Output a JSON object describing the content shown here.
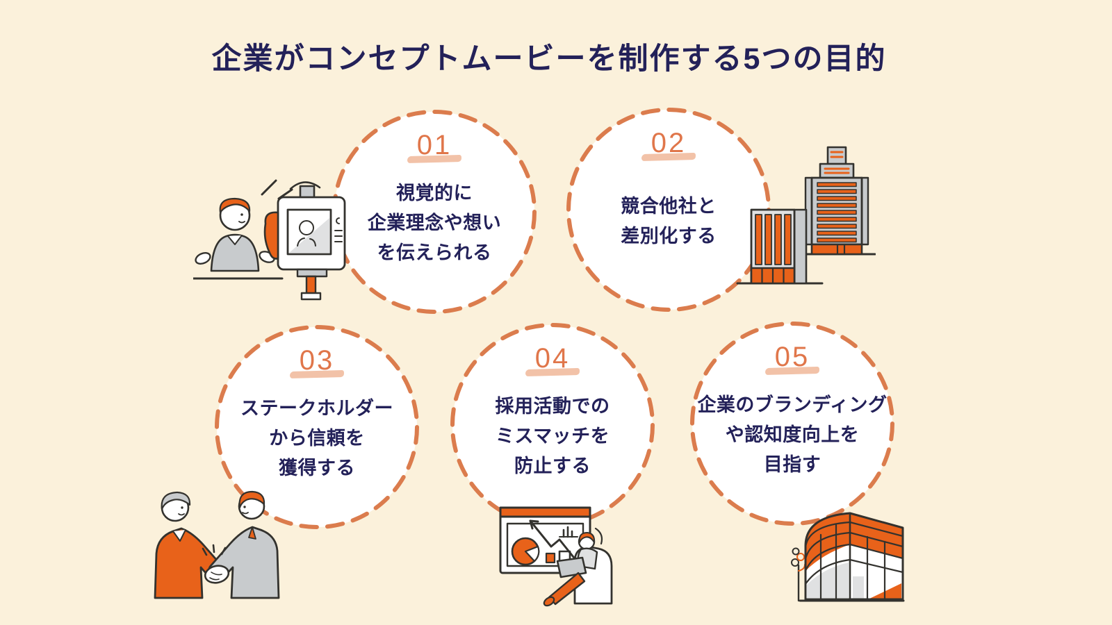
{
  "page": {
    "title": "企業がコンセプトムービーを制作する5つの目的",
    "colors": {
      "background": "#FBF1DB",
      "circle_fill": "#FFFFFF",
      "dashed_ring": "#DB7C4D",
      "number": "#E0764A",
      "number_underline": "#F2C2A8",
      "title_text": "#232159",
      "body_text": "#232159",
      "illustration_orange": "#E8621A",
      "illustration_gray": "#C8CBCD",
      "illustration_outline": "#33322E"
    }
  },
  "items": [
    {
      "number": "01",
      "lines": [
        "視覚的に",
        "企業理念や想い",
        "を伝えられる"
      ],
      "illustration": "video-interview"
    },
    {
      "number": "02",
      "lines": [
        "競合他社と",
        "差別化する"
      ],
      "illustration": "office-buildings"
    },
    {
      "number": "03",
      "lines": [
        "ステークホルダー",
        "から信頼を",
        "獲得する"
      ],
      "illustration": "businessmen-handshake"
    },
    {
      "number": "04",
      "lines": [
        "採用活動での",
        "ミスマッチを",
        "防止する"
      ],
      "illustration": "charts-and-laptop-person"
    },
    {
      "number": "05",
      "lines": [
        "企業のブランディング",
        "や認知度向上を",
        "目指す"
      ],
      "illustration": "modern-corporate-building"
    }
  ]
}
